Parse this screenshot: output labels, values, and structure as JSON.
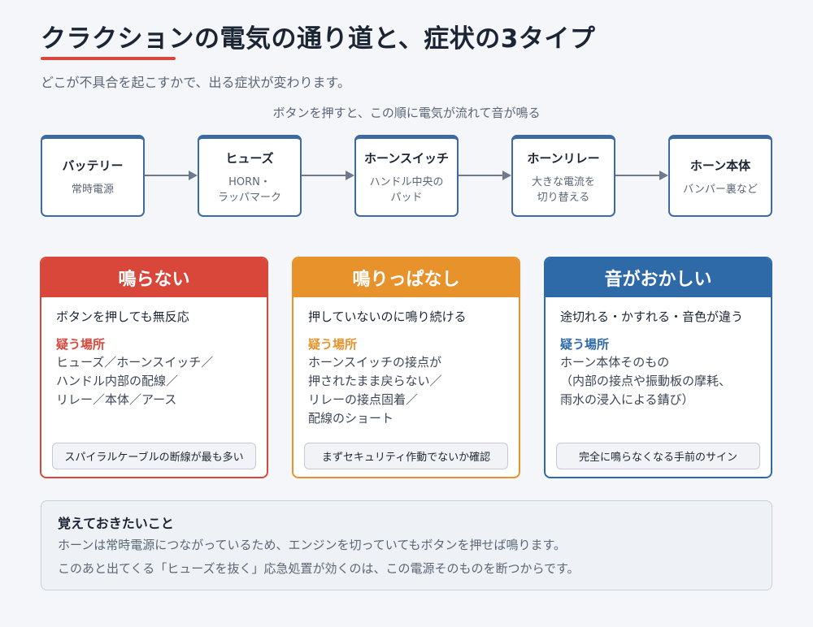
{
  "header": {
    "title": "クラクションの電気の通り道と、症状の3タイプ",
    "subtitle": "どこが不具合を起こすかで、出る症状が変わります。"
  },
  "flow": {
    "caption": "ボタンを押すと、この順に電気が流れて音が鳴る",
    "steps": [
      {
        "name": "バッテリー",
        "desc": "常時電源"
      },
      {
        "name": "ヒューズ",
        "desc": "HORN・\nラッパマーク"
      },
      {
        "name": "ホーンスイッチ",
        "desc": "ハンドル中央の\nパッド"
      },
      {
        "name": "ホーンリレー",
        "desc": "大きな電流を\n切り替える"
      },
      {
        "name": "ホーン本体",
        "desc": "バンパー裏など"
      }
    ]
  },
  "cards": [
    {
      "title": "鳴らない",
      "lead": "ボタンを押しても無反応",
      "label": "疑う場所",
      "body": "ヒューズ／ホーンスイッチ／\nハンドル内部の配線／\nリレー／本体／アース",
      "chip": "スパイラルケーブルの断線が最も多い",
      "color": "#d9473a"
    },
    {
      "title": "鳴りっぱなし",
      "lead": "押していないのに鳴り続ける",
      "label": "疑う場所",
      "body": "ホーンスイッチの接点が\n押されたまま戻らない／\nリレーの接点固着／\n配線のショート",
      "chip": "まずセキュリティ作動でないか確認",
      "color": "#e8922c"
    },
    {
      "title": "音がおかしい",
      "lead": "途切れる・かすれる・音色が違う",
      "label": "疑う場所",
      "body": "ホーン本体そのもの\n（内部の接点や振動板の摩耗、\n雨水の浸入による錆び）",
      "chip": "完全に鳴らなくなる手前のサイン",
      "color": "#2f6aa8"
    }
  ],
  "note": {
    "title": "覚えておきたいこと",
    "line1": "ホーンは常時電源につながっているため、エンジンを切っていてもボタンを押せば鳴ります。",
    "line2": "このあと出てくる「ヒューズを抜く」応急処置が効くのは、この電源そのものを断つからです。"
  },
  "colors": {
    "accent_red": "#d9473a",
    "accent_orange": "#e8922c",
    "accent_blue": "#2f6aa8",
    "flow_border": "#3d6aa0"
  }
}
